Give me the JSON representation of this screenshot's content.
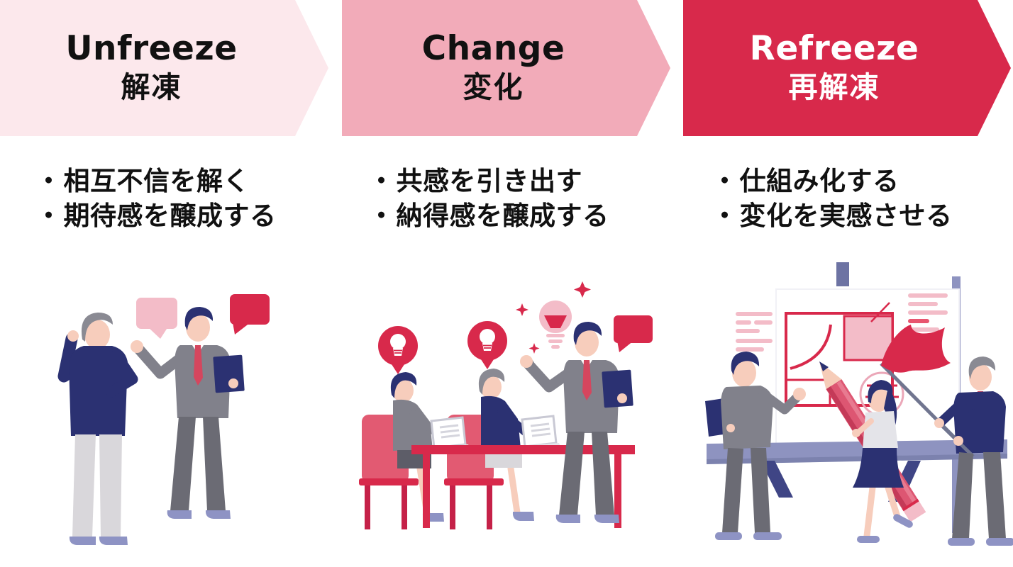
{
  "ui": {
    "bullet_marker": "・"
  },
  "colors": {
    "stage1_bg": "#fce8ec",
    "stage2_bg": "#f2abb9",
    "stage3_bg": "#d8294b",
    "heading_dark": "#111111",
    "heading_light": "#ffffff",
    "accent_red": "#d8294b",
    "accent_pink": "#f3bcc8",
    "navy": "#2b3172",
    "suit_gray": "#81818b",
    "stand_periwinkle": "#8e93c0",
    "shoe_periwinkle": "#8e93c4",
    "skin": "#f7cdbc",
    "hair_gray": "#8a8a93",
    "chair_pink": "#e25a72"
  },
  "stages": [
    {
      "en": "Unfreeze",
      "ja": "解凍",
      "bullets": [
        "相互不信を解く",
        "期待感を醸成する"
      ],
      "illustration": "two-men-talking"
    },
    {
      "en": "Change",
      "ja": "変化",
      "bullets": [
        "共感を引き出す",
        "納得感を醸成する"
      ],
      "illustration": "meeting-with-idea-bulbs"
    },
    {
      "en": "Refreeze",
      "ja": "再解凍",
      "bullets": [
        "仕組み化する",
        "変化を実感させる"
      ],
      "illustration": "whiteboard-planning"
    }
  ],
  "icons": [
    "speech-bubble-icon",
    "lightbulb-bubble-icon",
    "big-lightbulb-icon",
    "sparkle-icon",
    "clipboard-icon",
    "laptop-icon",
    "chair-icon",
    "table-icon",
    "whiteboard-icon",
    "flag-icon",
    "pencil-icon",
    "pointer-stick-icon"
  ]
}
